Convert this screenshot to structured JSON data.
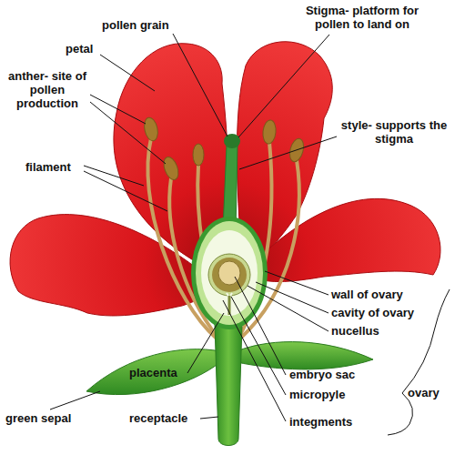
{
  "diagram": {
    "labels": [
      "pollen grain",
      "Stigma- platform for pollen to land on",
      "petal",
      "anther- site of pollen production",
      "style- supports the stigma",
      "filament",
      "wall of ovary",
      "cavity of ovary",
      "nucellus",
      "embryo sac",
      "micropyle",
      "integments",
      "ovary",
      "placenta",
      "green sepal",
      "receptacle"
    ]
  }
}
